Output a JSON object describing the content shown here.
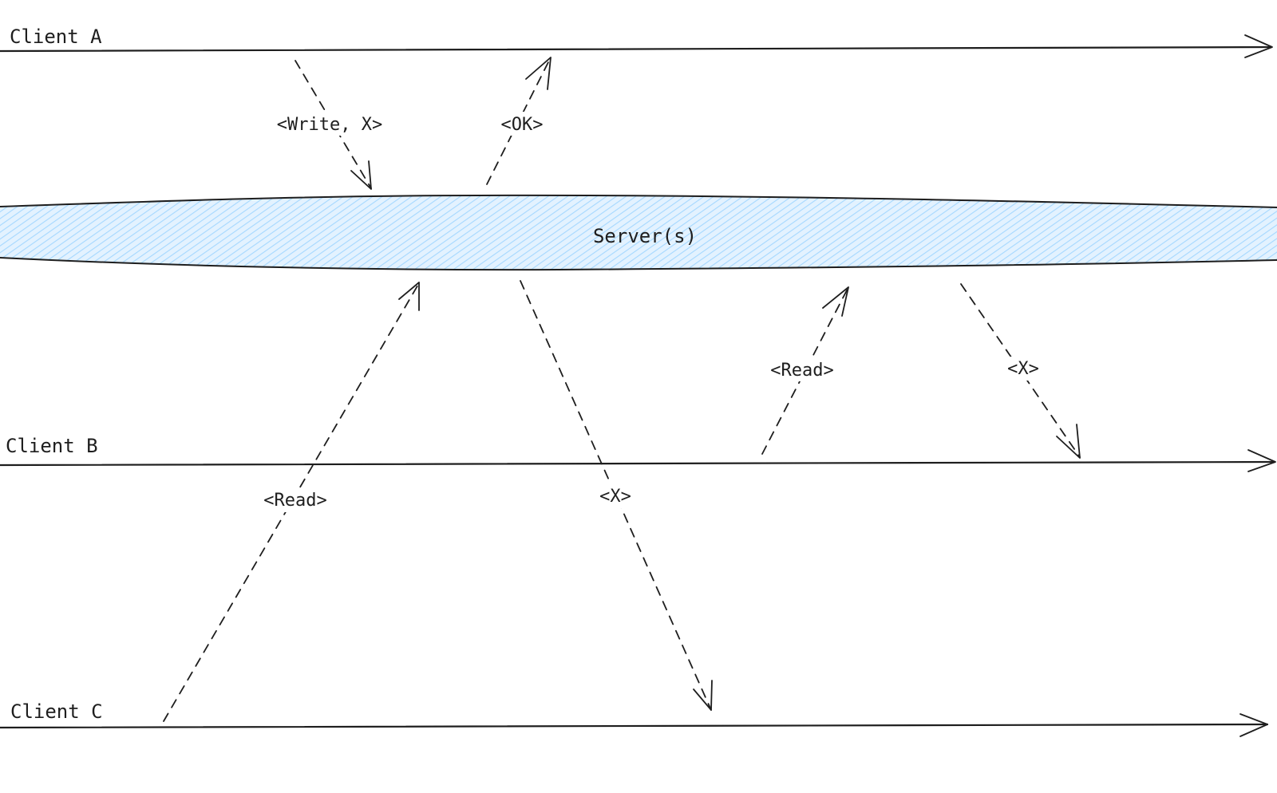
{
  "clients": [
    {
      "id": "a",
      "label": "Client A"
    },
    {
      "id": "b",
      "label": "Client B"
    },
    {
      "id": "c",
      "label": "Client C"
    }
  ],
  "server": {
    "label": "Server(s)",
    "fill_color": "#a5d8ff"
  },
  "messages": [
    {
      "id": "write",
      "label": "<Write, X>"
    },
    {
      "id": "ok",
      "label": "<OK>"
    },
    {
      "id": "read-c",
      "label": "<Read>"
    },
    {
      "id": "x-c",
      "label": "<X>"
    },
    {
      "id": "read-b",
      "label": "<Read>"
    },
    {
      "id": "x-b",
      "label": "<X>"
    }
  ]
}
